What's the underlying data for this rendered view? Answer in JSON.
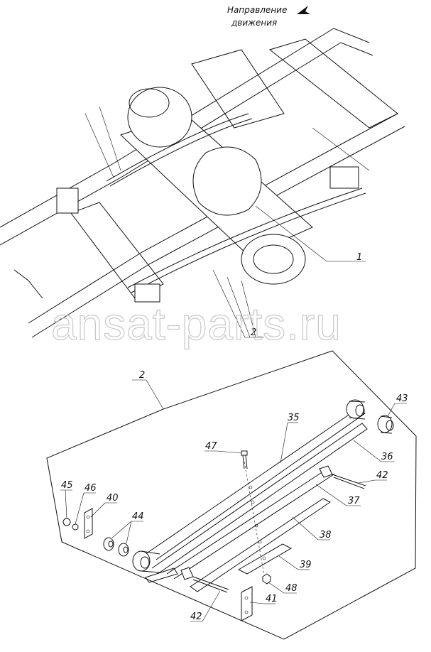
{
  "direction_label": [
    "Направление",
    "движения"
  ],
  "watermark": "ansat-parts.ru",
  "top_callouts": [
    "1",
    "2"
  ],
  "detail_ref": "2",
  "part_labels": {
    "p35": "35",
    "p36": "36",
    "p37": "37",
    "p38": "38",
    "p39": "39",
    "p40": "40",
    "p41": "41",
    "p42a": "42",
    "p42b": "42",
    "p43": "43",
    "p44": "44",
    "p45": "45",
    "p46": "46",
    "p47": "47",
    "p48": "48"
  }
}
